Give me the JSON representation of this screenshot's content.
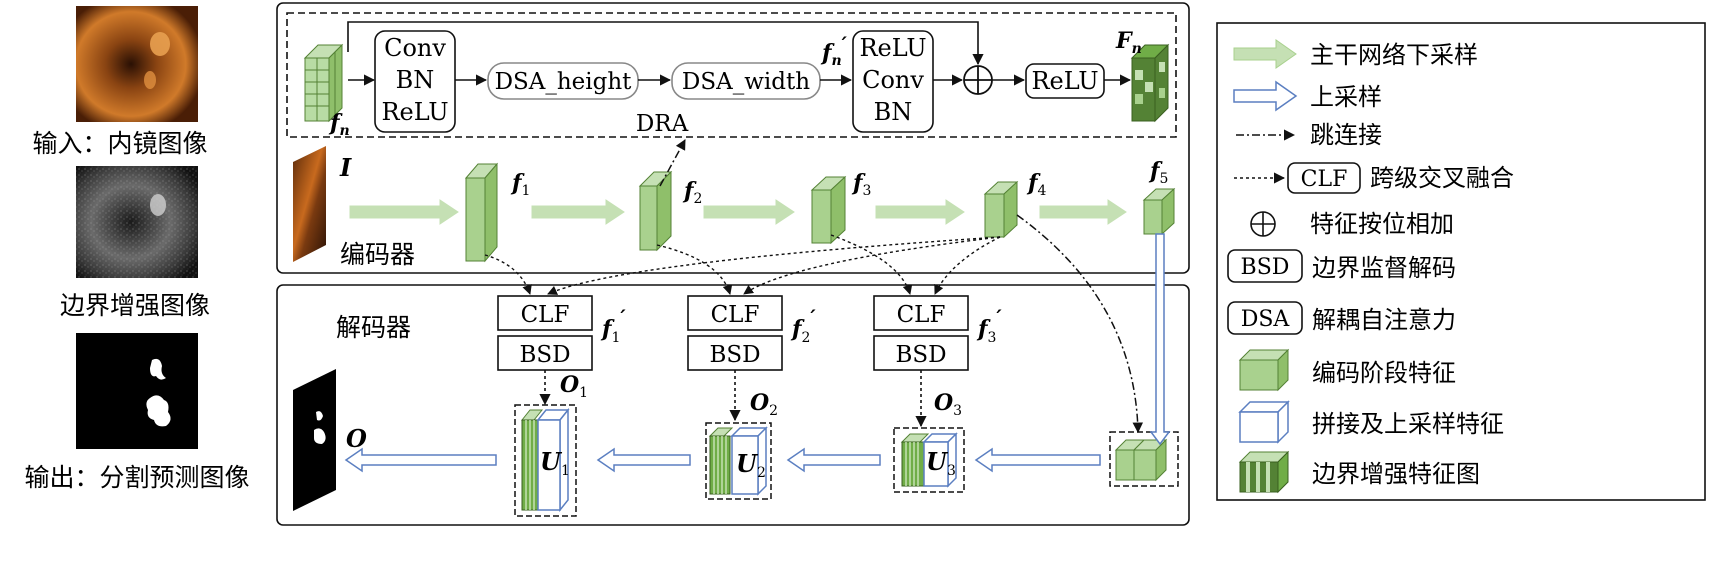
{
  "left_panel": {
    "input_label": "输入：内镜图像",
    "edge_label": "边界增强图像",
    "output_label": "输出：分割预测图像"
  },
  "dra": {
    "block_label": "DRA",
    "conv_block": [
      "Conv",
      "BN",
      "ReLU"
    ],
    "dsa_height": "DSA_height",
    "dsa_width": "DSA_width",
    "relu_conv_bn": [
      "ReLU",
      "Conv",
      "BN"
    ],
    "relu": "ReLU",
    "input_feat": "f",
    "input_feat_sub": "n",
    "mid_feat": "f",
    "mid_feat_sub": "n",
    "mid_feat_prime": "′",
    "out_feat": "F",
    "out_feat_sub": "n"
  },
  "encoder": {
    "label": "编码器",
    "input_symbol": "I",
    "features": [
      {
        "sym": "f",
        "sub": "1"
      },
      {
        "sym": "f",
        "sub": "2"
      },
      {
        "sym": "f",
        "sub": "3"
      },
      {
        "sym": "f",
        "sub": "4"
      },
      {
        "sym": "f",
        "sub": "5"
      }
    ]
  },
  "decoder": {
    "label": "解码器",
    "clf": "CLF",
    "bsd": "BSD",
    "features": [
      {
        "sym": "f",
        "sub": "1",
        "prime": "′"
      },
      {
        "sym": "f",
        "sub": "2",
        "prime": "′"
      },
      {
        "sym": "f",
        "sub": "3",
        "prime": "′"
      }
    ],
    "outputs": [
      {
        "sym": "O",
        "sub": "1"
      },
      {
        "sym": "O",
        "sub": "2"
      },
      {
        "sym": "O",
        "sub": "3"
      }
    ],
    "ups": [
      {
        "sym": "U",
        "sub": "1"
      },
      {
        "sym": "U",
        "sub": "2"
      },
      {
        "sym": "U",
        "sub": "3"
      }
    ],
    "final_output": "O"
  },
  "legend": {
    "items": [
      "主干网络下采样",
      "上采样",
      "跳连接",
      "跨级交叉融合",
      "特征按位相加",
      "边界监督解码",
      "解耦自注意力",
      "编码阶段特征",
      "拼接及上采样特征",
      "边界增强特征图"
    ],
    "clf_tag": "CLF",
    "bsd_tag": "BSD",
    "dsa_tag": "DSA"
  },
  "colors": {
    "green_light": "#b8dca4",
    "green_fill": "#a9d18e",
    "green_dark": "#548235",
    "green_stripe": "#70ad47",
    "blue_line": "#5b7fc1",
    "arrow_green": "#c5e0b4"
  }
}
